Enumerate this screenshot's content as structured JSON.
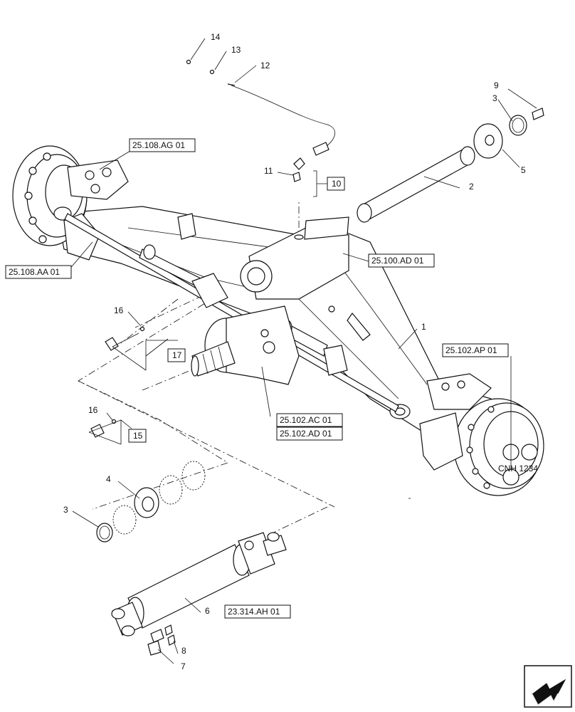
{
  "callouts": {
    "n1": "1",
    "n2": "2",
    "n3a": "3",
    "n3b": "3",
    "n4": "4",
    "n5": "5",
    "n6": "6",
    "n7": "7",
    "n8": "8",
    "n9": "9",
    "n11": "11",
    "n12": "12",
    "n13": "13",
    "n14": "14",
    "n16a": "16",
    "n16b": "16"
  },
  "boxed_refs": {
    "r10": "10",
    "r15": "15",
    "r17": "17",
    "ref_108ag": "25.108.AG 01",
    "ref_108aa": "25.108.AA 01",
    "ref_100ad": "25.100.AD 01",
    "ref_102ap": "25.102.AP 01",
    "ref_102ac": "25.102.AC 01",
    "ref_102ad": "25.102.AD 01",
    "ref_314ah": "23.314.AH 01"
  },
  "hub_marking": "CNH 1234",
  "icons": {
    "nav": "next-page-arrow-icon"
  }
}
